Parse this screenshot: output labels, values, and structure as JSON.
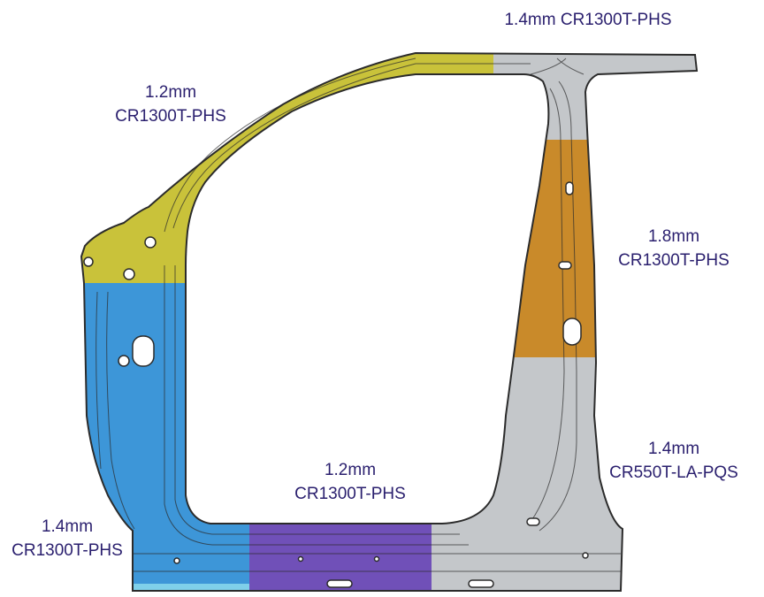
{
  "colors": {
    "label_text": "#2a1f6e",
    "yellow_section": "#c9c23a",
    "blue_section": "#3d96d8",
    "purple_section": "#7050b8",
    "orange_section": "#c98a2a",
    "gray_section": "#c4c7ca",
    "edge_line": "#2b2b2b"
  },
  "labels": {
    "roof_rail_right": {
      "thickness": "1.4mm",
      "grade": "CR1300T-PHS"
    },
    "a_pillar_upper": {
      "thickness": "1.2mm",
      "grade": "CR1300T-PHS"
    },
    "b_pillar_upper": {
      "thickness": "1.8mm",
      "grade": "CR1300T-PHS"
    },
    "b_pillar_lower": {
      "thickness": "1.4mm",
      "grade": "CR550T-LA-PQS"
    },
    "rocker_center": {
      "thickness": "1.2mm",
      "grade": "CR1300T-PHS"
    },
    "a_pillar_lower": {
      "thickness": "1.4mm",
      "grade": "CR1300T-PHS"
    }
  }
}
